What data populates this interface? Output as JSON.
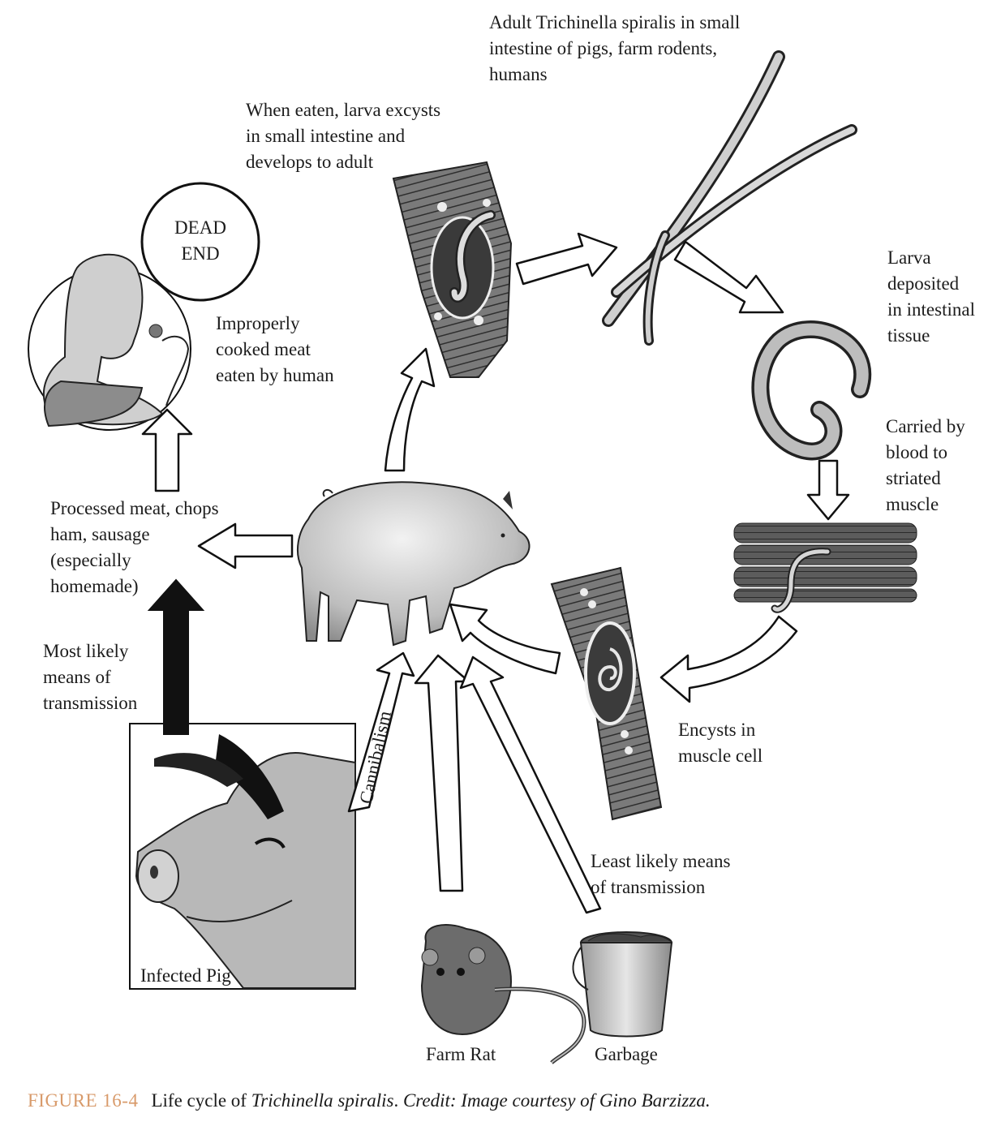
{
  "labels": {
    "adult": "Adult Trichinella spiralis in small\nintestine of pigs, farm rodents,\nhumans",
    "eaten": "When eaten, larva excysts\nin small intestine and\ndevelops to adult",
    "larva_deposited": "Larva\ndeposited\nin intestinal\ntissue",
    "carried": "Carried by\nblood to\nstriated\nmuscle",
    "encysts": "Encysts in\nmuscle cell",
    "least_likely": "Least likely means\nof transmission",
    "dead_end": "DEAD\nEND",
    "improperly": "Improperly\ncooked meat\neaten by human",
    "processed": "Processed meat, chops\nham, sausage\n(especially\nhomemade)",
    "most_likely": "Most likely\nmeans of\ntransmission",
    "infected_pig": "Infected Pig",
    "cannibalism": "Cannibalism",
    "farm_rat": "Farm Rat",
    "garbage": "Garbage"
  },
  "caption": {
    "figure": "FIGURE 16-4",
    "text_a": "Life cycle of ",
    "species": "Trichinella spiralis",
    "text_b": ". ",
    "credit": "Credit: Image courtesy of Gino Barzizza."
  },
  "colors": {
    "caption_figure": "#d89a6a",
    "ink": "#1a1a1a",
    "muscle": "#6a6a6a",
    "pig_body": "#d6d6d6"
  }
}
